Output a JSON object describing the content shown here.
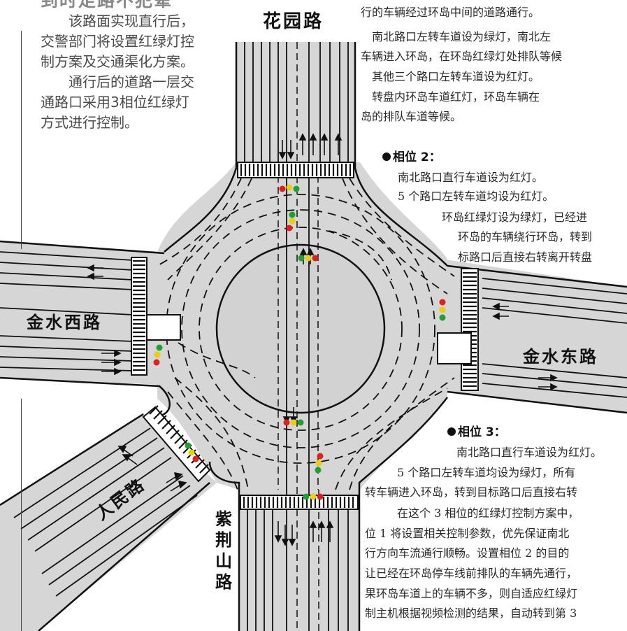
{
  "left_column": {
    "headline": "到时走路不犯晕",
    "paragraphs": [
      "该路面实现直行后，交警部门将设置红绿灯控制方案及交通渠化方案。",
      "通行后的道路一层交通路口采用3相位红绿灯方式进行控制。"
    ]
  },
  "roads": {
    "north": "花园路",
    "west": "金水西路",
    "east": "金水东路",
    "southwest": "人民路",
    "south_chars": [
      "紫",
      "荆",
      "山",
      "路"
    ]
  },
  "top_right_lines": [
    "行的车辆经过环岛中间的道路通行。",
    "　南北路口左转车道设为绿灯，南北左",
    "车辆进入环岛，在环岛红绿灯处排队等候",
    "　其他三个路口左转车道设为红灯。",
    "　转盘内环岛车道红灯，环岛车辆在",
    "岛的排队车道等候。"
  ],
  "phase2": {
    "title": "相位 2：",
    "lines": [
      "南北路口直行车道设为红灯。",
      "5 个路口左转车道均设为红灯。",
      "环岛红绿灯设为绿灯，已经进",
      "环岛的车辆绕行环岛，转到",
      "标路口后直接右转离开转盘"
    ]
  },
  "phase3": {
    "title": "相位 3：",
    "lines": [
      "南北路口直行车道设为红灯。",
      "5 个路口左转车道均设为绿灯，所有",
      "转车辆进入环岛，转到目标路口后直接右转",
      "　在这个 3 相位的红绿灯控制方案中，",
      "位 1 将设置相关控制参数，优先保证南北",
      "行方向车流通行顺畅。设置相位 2 的目的",
      "让已经在环岛停车线前排队的车辆先通行，",
      "果环岛车道上的车辆不多，则自适应红绿灯",
      "制主机根据视频检测的结果，自动转到第 3"
    ]
  },
  "colors": {
    "road": "#d6d6d6",
    "island": "#d2d2d2",
    "lane_line": "#111111",
    "light_red": "#e02020",
    "light_yellow": "#e8d010",
    "light_green": "#20a030"
  }
}
